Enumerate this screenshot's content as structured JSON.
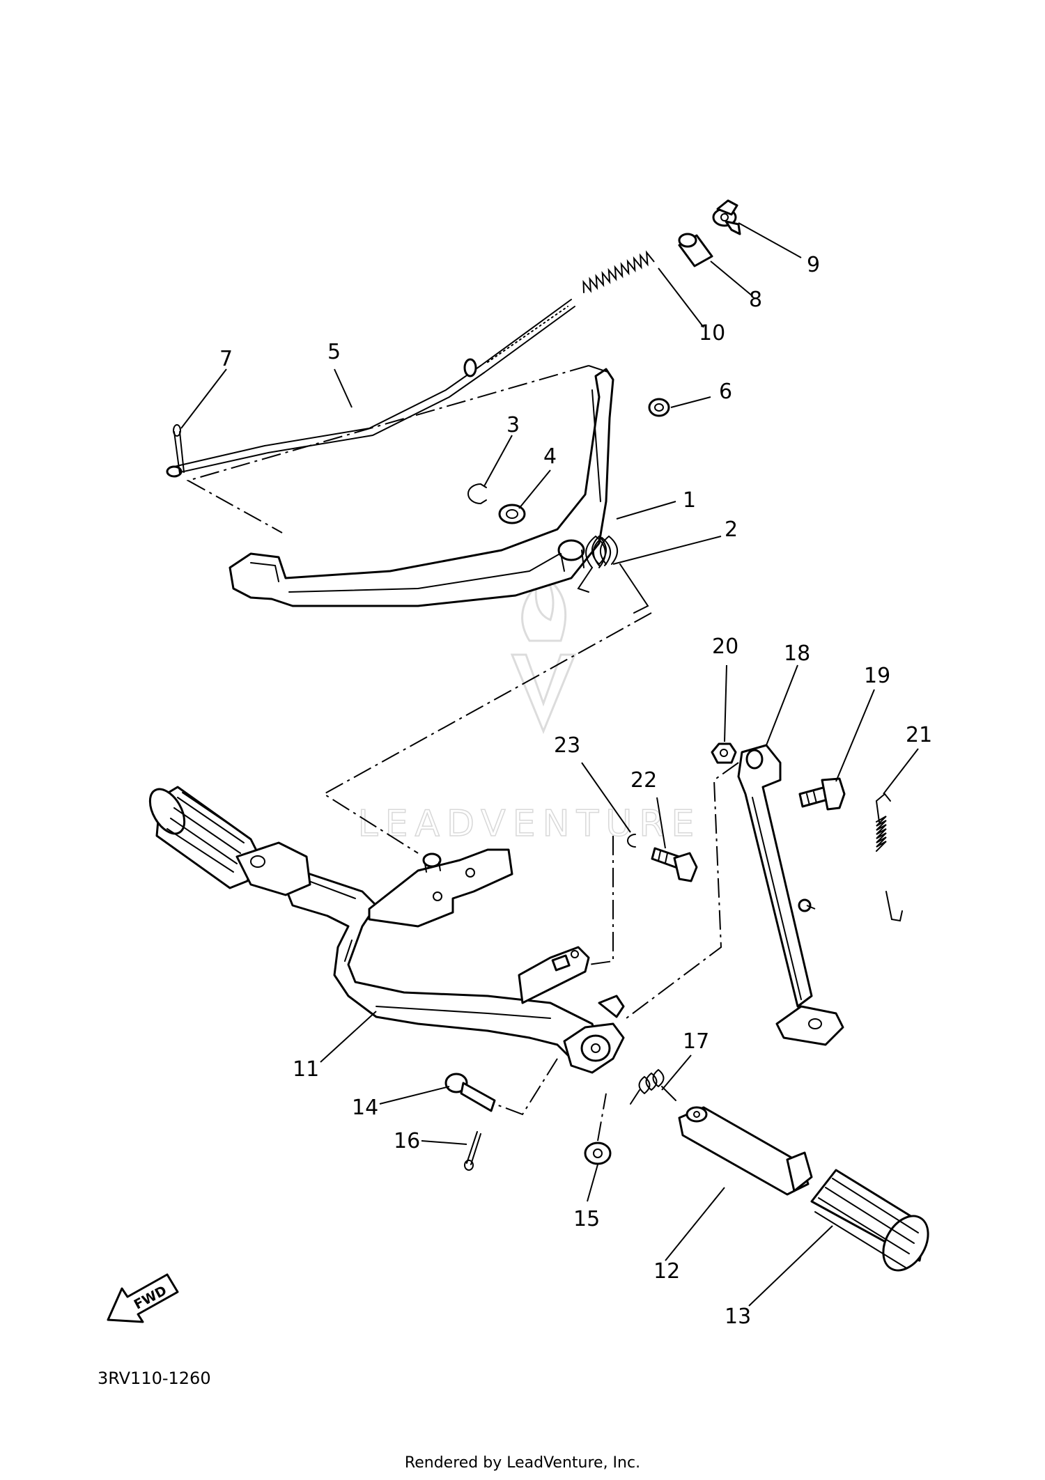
{
  "diagram": {
    "code": "3RV110-1260",
    "footer": "Rendered by LeadVenture, Inc.",
    "watermark": "LEADVENTURE",
    "fwd_label": "FWD",
    "callouts": [
      "1",
      "2",
      "3",
      "4",
      "5",
      "6",
      "7",
      "8",
      "9",
      "10",
      "11",
      "12",
      "13",
      "14",
      "15",
      "16",
      "17",
      "18",
      "19",
      "20",
      "21",
      "22",
      "23"
    ]
  }
}
